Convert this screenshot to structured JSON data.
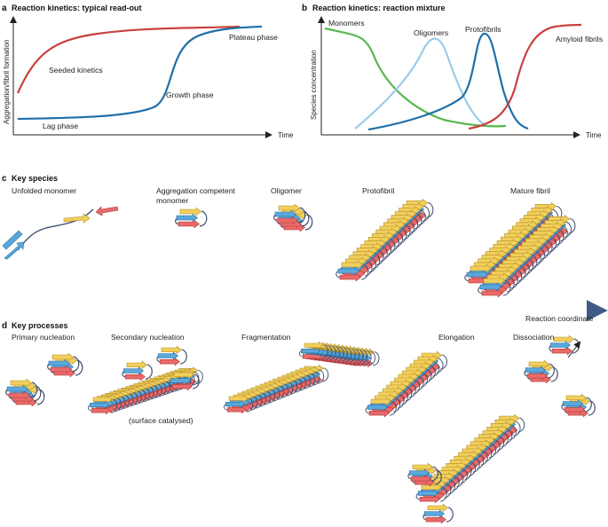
{
  "panel_a": {
    "letter": "a",
    "title": "Reaction kinetics: typical read-out",
    "ylabel": "Aggregation/fibril formation",
    "xlabel": "Time",
    "labels": {
      "seeded": "Seeded kinetics",
      "plateau": "Plateau phase",
      "growth": "Growth phase",
      "lag": "Lag phase"
    },
    "colors": {
      "seeded": "#c8413e",
      "unseeded": "#1f6fa8"
    }
  },
  "panel_b": {
    "letter": "b",
    "title": "Reaction kinetics: reaction mixture",
    "ylabel": "Species concentration",
    "xlabel": "Time",
    "labels": {
      "monomers": "Monomers",
      "oligomers": "Oligomers",
      "protofibrils": "Protofibrils",
      "amyloid": "Amyloid fibrils"
    },
    "colors": {
      "monomers": "#58b84f",
      "oligomers": "#9ccbea",
      "protofibrils": "#1f6fa8",
      "amyloid": "#c8413e"
    }
  },
  "panel_c": {
    "letter": "c",
    "title": "Key species",
    "species": [
      "Unfolded monomer",
      "Aggregation competent",
      "monomer",
      "Oligomer",
      "Protofibril",
      "Mature fibril"
    ]
  },
  "axis": {
    "label": "Reaction coordinate"
  },
  "panel_d": {
    "letter": "d",
    "title": "Key processes",
    "processes": [
      "Primary nucleation",
      "Secondary nucleation",
      "Fragmentation",
      "Elongation",
      "Dissociation"
    ],
    "note": "(surface catalysed)"
  },
  "strand_colors": {
    "yellow": "#f2cf5b",
    "blue": "#5aa8dc",
    "red": "#ea6a6a",
    "loop": "#3e4e6e"
  }
}
